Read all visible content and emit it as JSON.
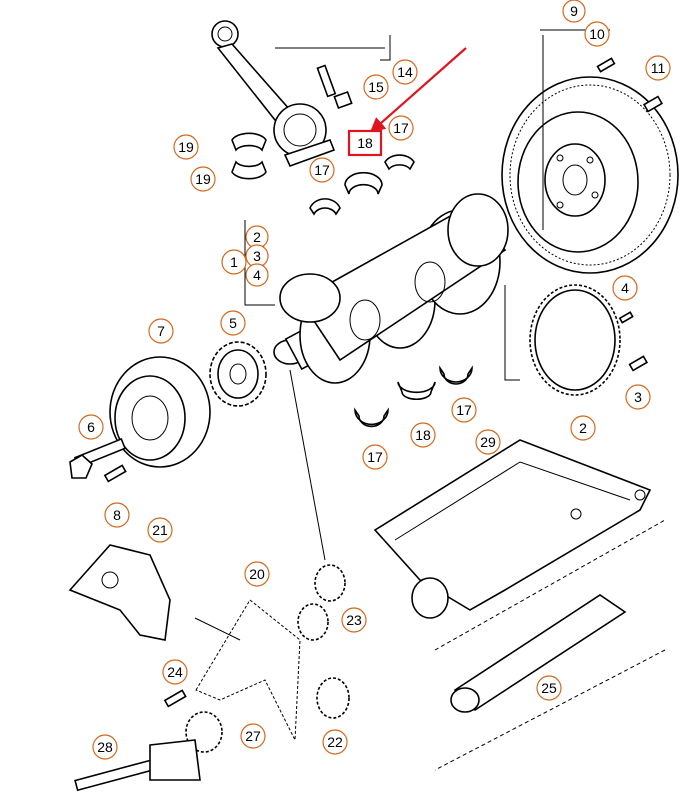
{
  "callouts": [
    {
      "id": "c1",
      "label": "1"
    },
    {
      "id": "c2",
      "label": "2"
    },
    {
      "id": "c2b",
      "label": "2"
    },
    {
      "id": "c3",
      "label": "3"
    },
    {
      "id": "c3b",
      "label": "3"
    },
    {
      "id": "c4",
      "label": "4"
    },
    {
      "id": "c4b",
      "label": "4"
    },
    {
      "id": "c5",
      "label": "5"
    },
    {
      "id": "c6",
      "label": "6"
    },
    {
      "id": "c7",
      "label": "7"
    },
    {
      "id": "c8",
      "label": "8"
    },
    {
      "id": "c9",
      "label": "9"
    },
    {
      "id": "c10",
      "label": "10"
    },
    {
      "id": "c11",
      "label": "11"
    },
    {
      "id": "c14",
      "label": "14"
    },
    {
      "id": "c15",
      "label": "15"
    },
    {
      "id": "c17a",
      "label": "17"
    },
    {
      "id": "c17b",
      "label": "17"
    },
    {
      "id": "c17c",
      "label": "17"
    },
    {
      "id": "c17d",
      "label": "17"
    },
    {
      "id": "c18",
      "label": "18"
    },
    {
      "id": "c18b",
      "label": "18"
    },
    {
      "id": "c19a",
      "label": "19"
    },
    {
      "id": "c19b",
      "label": "19"
    },
    {
      "id": "c20",
      "label": "20"
    },
    {
      "id": "c21",
      "label": "21"
    },
    {
      "id": "c22",
      "label": "22"
    },
    {
      "id": "c23",
      "label": "23"
    },
    {
      "id": "c24",
      "label": "24"
    },
    {
      "id": "c25",
      "label": "25"
    },
    {
      "id": "c27",
      "label": "27"
    },
    {
      "id": "c28",
      "label": "28"
    },
    {
      "id": "c29",
      "label": "29"
    }
  ],
  "highlight": {
    "accent": "#e0141e",
    "callout_ring": "#d2691e"
  }
}
